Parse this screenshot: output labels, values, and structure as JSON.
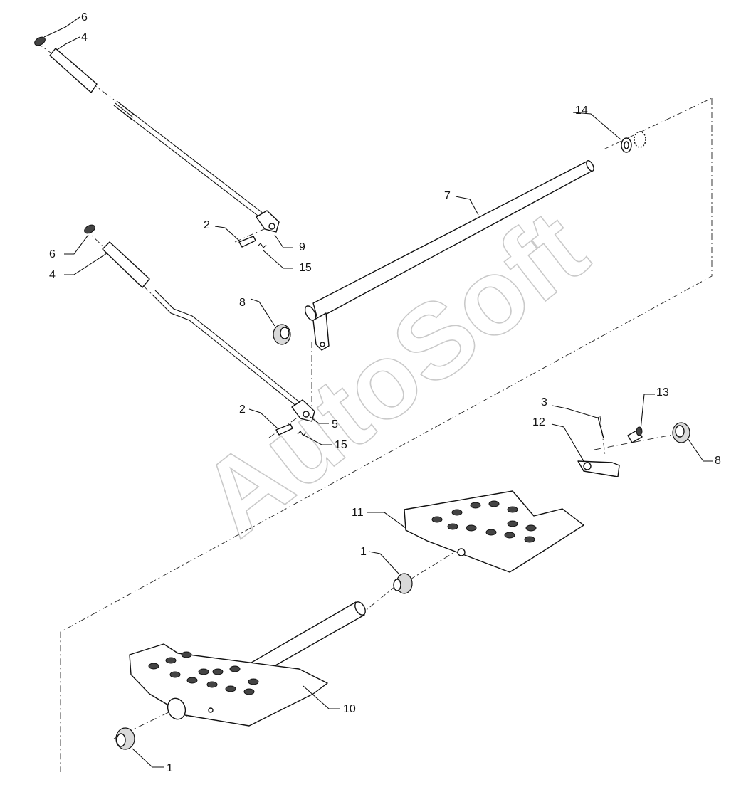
{
  "watermark": "AutoSoft",
  "callouts": [
    {
      "id": "c6a",
      "text": "6"
    },
    {
      "id": "c4a",
      "text": "4"
    },
    {
      "id": "c14",
      "text": "14"
    },
    {
      "id": "c7",
      "text": "7"
    },
    {
      "id": "c2a",
      "text": "2"
    },
    {
      "id": "c9",
      "text": "9"
    },
    {
      "id": "c6b",
      "text": "6"
    },
    {
      "id": "c4b",
      "text": "4"
    },
    {
      "id": "c15a",
      "text": "15"
    },
    {
      "id": "c8a",
      "text": "8"
    },
    {
      "id": "c3",
      "text": "3"
    },
    {
      "id": "c13",
      "text": "13"
    },
    {
      "id": "c12",
      "text": "12"
    },
    {
      "id": "c2b",
      "text": "2"
    },
    {
      "id": "c5",
      "text": "5"
    },
    {
      "id": "c15b",
      "text": "15"
    },
    {
      "id": "c8b",
      "text": "8"
    },
    {
      "id": "c11",
      "text": "11"
    },
    {
      "id": "c1a",
      "text": "1"
    },
    {
      "id": "c10",
      "text": "10"
    },
    {
      "id": "c1b",
      "text": "1"
    }
  ]
}
